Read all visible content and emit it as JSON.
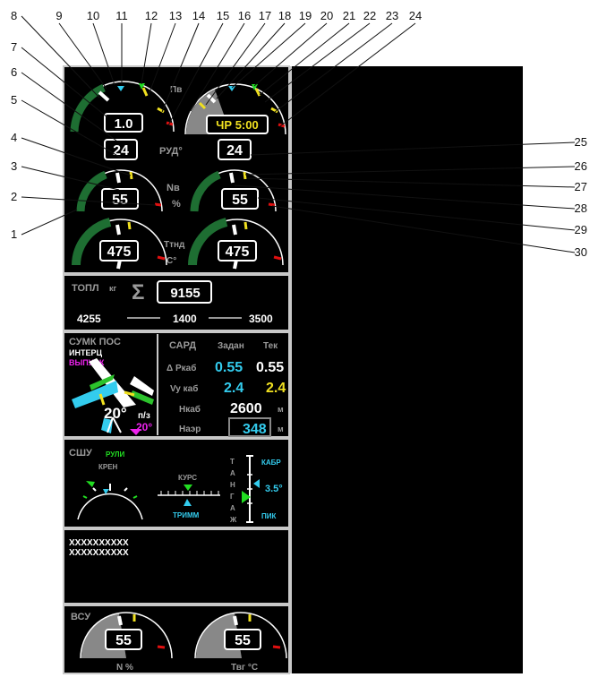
{
  "callouts": [
    "1",
    "2",
    "3",
    "4",
    "5",
    "6",
    "7",
    "8",
    "9",
    "10",
    "11",
    "12",
    "13",
    "14",
    "15",
    "16",
    "17",
    "18",
    "19",
    "20",
    "21",
    "22",
    "23",
    "24",
    "25",
    "26",
    "27",
    "28",
    "29",
    "30"
  ],
  "engines": {
    "n1_label": "Пв",
    "n1_left_value": "1.0",
    "n1_right_mode": "ЧР 5:00",
    "rud_label": "РУД°",
    "rud_left": "24",
    "rud_right": "24",
    "n2_label_a": "Nв",
    "n2_label_b": "%",
    "n2_left": "55",
    "n2_right": "55",
    "egt_label_a": "Ттнд",
    "egt_label_b": "С°",
    "egt_left": "475",
    "egt_right": "475"
  },
  "fuel": {
    "label": "ТОПЛ",
    "unit": "кг",
    "sigma": "Σ",
    "total": "9155",
    "left": "4255",
    "center": "1400",
    "right": "3500"
  },
  "sumk": {
    "title": "СУМК ПОС",
    "interc": "ИНТЕРЦ",
    "release": "ВЫПУСК",
    "flap_angle": "20°",
    "pz": "п/з",
    "slat_angle": "20°"
  },
  "sard": {
    "title": "САРД",
    "col_set": "Задан",
    "col_cur": "Тек",
    "rows": [
      {
        "label": "Δ Ркаб",
        "set": "0.55",
        "cur": "0.55",
        "unit": ""
      },
      {
        "label": "Vy каб",
        "set": "2.4",
        "cur": "2.4",
        "unit": ""
      },
      {
        "label": "Нкаб",
        "set": "2600",
        "cur": "",
        "unit": "м"
      },
      {
        "label": "Наэр",
        "set": "348",
        "cur": "",
        "unit": "м"
      }
    ]
  },
  "ssu": {
    "title": "СШУ",
    "ruli": "РУЛИ",
    "kren": "КРЕН",
    "kurs": "КУРС",
    "trim": "ТРИММ",
    "tangazh": [
      "Т",
      "А",
      "Н",
      "Г",
      "А",
      "Ж"
    ],
    "kabr": "КАБР",
    "pik": "ПИК",
    "pitch_value": "3.5°"
  },
  "messages": [
    "XXXXXXXXXX",
    "XXXXXXXXXX"
  ],
  "apu": {
    "title": "ВСУ",
    "n_value": "55",
    "n_label": "N %",
    "t_value": "55",
    "t_label": "Твг °С"
  },
  "colors": {
    "bg": "#000000",
    "frame": "#c8c8c8",
    "green": "#1e6e32",
    "cyan": "#33ccee",
    "yellow": "#f0e020",
    "magenta": "#ee22ee",
    "red": "#e01010",
    "white": "#ffffff"
  }
}
